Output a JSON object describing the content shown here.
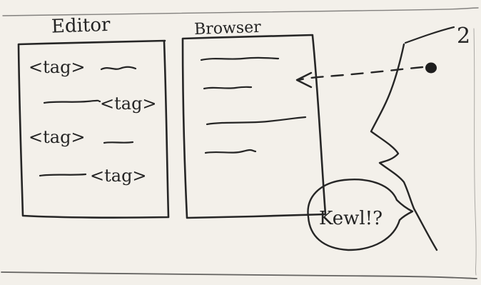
{
  "panels": {
    "editor": {
      "title": "Editor",
      "lines": [
        "<tag>",
        "<tag>",
        "<tag>",
        "<tag>"
      ]
    },
    "browser": {
      "title": "Browser"
    }
  },
  "viewer": {
    "speech": "Kewl!?",
    "hair_mark": "2"
  },
  "colors": {
    "paper": "#f3f0ea",
    "ink": "#262626"
  }
}
